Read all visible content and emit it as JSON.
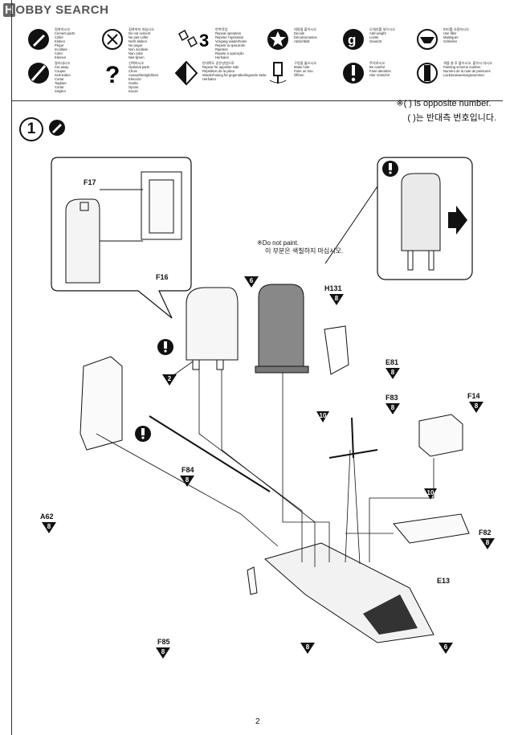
{
  "watermark": {
    "h": "H",
    "rest": "OBBY SEARCH"
  },
  "legend": [
    {
      "icon": "cement-icon",
      "text": "접착하시오\nCement parts\nColler\nKleben\nPégar\nIncollare\nColer\nKlemen"
    },
    {
      "icon": "no-cement-icon",
      "text": "접착하지 마십시오\nDo not cement\nNe pas coller\nNicht kleben\nNo pegar\nNon incollare\nNao colar\nNiet lijmen"
    },
    {
      "icon": "repeat-icon",
      "text": "반복작업\nRepeat operation\nRépéter l'opération\nVorgang wiederholen\nRepetir la operación\nRipetere\nRepete a operação\nHerhalen"
    },
    {
      "icon": "decal-icon",
      "text": "데칼을 붙이시오\nDecals\nDécalcomanies\nAbziehbild"
    },
    {
      "icon": "weight-icon",
      "text": "무게추를 넣으시오\nAdd weight\nLester\nGewicht"
    },
    {
      "icon": "filler-icon",
      "text": "퍼티를 사용하시오\nUse filler\nMastiquer\nSchleifen"
    },
    {
      "icon": "cut-icon",
      "text": "잘라내시오\nCut away\nCouper\nSchneiden\nCortar\nTagliare\nCortar\nSnijden"
    },
    {
      "icon": "optional-icon",
      "text": "선택하시오\nOptional parts\nChoix\nAuswahlmöglichkeit\nElección\nScelta\nOpcao\nKeuze"
    },
    {
      "icon": "opposite-side-icon",
      "text": "반대쪽도 같은방법으로\nRepeat for opposite side\nRépétition de la pièce\nWiederholung für gegenüberliegende Seite\nHerhalen"
    },
    {
      "icon": "hole-icon",
      "text": "구멍을 뚫으시오\nMake hole\nFaire un trou\nÖffnen"
    },
    {
      "icon": "careful-icon",
      "text": "주의하시오\nBe careful\nFaire attention\nHier Vorsicht!"
    },
    {
      "icon": "paint-icon",
      "text": "색을 칠 후 붙이시오. 붙이시 마시오\nPainting scheme number\nNuméro de la note de peintures\nLackieranweisungsnummer"
    }
  ],
  "note": {
    "line1": "※(  ) is opposite number.",
    "line2": "(  )는 반대측 번호입니다."
  },
  "step": {
    "number": "1"
  },
  "paint_note": {
    "line1": "※Do not paint.",
    "line2": "이 부분은 색칠하지 마십시오."
  },
  "parts": {
    "f17": "F17",
    "f16": "F16",
    "h131": "H131",
    "e81": "E81",
    "f83": "F83",
    "f14": "F14",
    "f84": "F84",
    "a62": "A62",
    "f82": "F82",
    "e13": "E13",
    "f85": "F85"
  },
  "colors": {
    "h131": "8",
    "e81": "8",
    "f83": "8",
    "f14": "8",
    "f84": "8",
    "a62": "8",
    "f82": "8",
    "f85": "8",
    "callout_6": "6",
    "callout_2": "2",
    "callout_10a": "10",
    "callout_10b": "10",
    "callout_8": "8",
    "callout_6b": "6"
  },
  "page_number": "2"
}
